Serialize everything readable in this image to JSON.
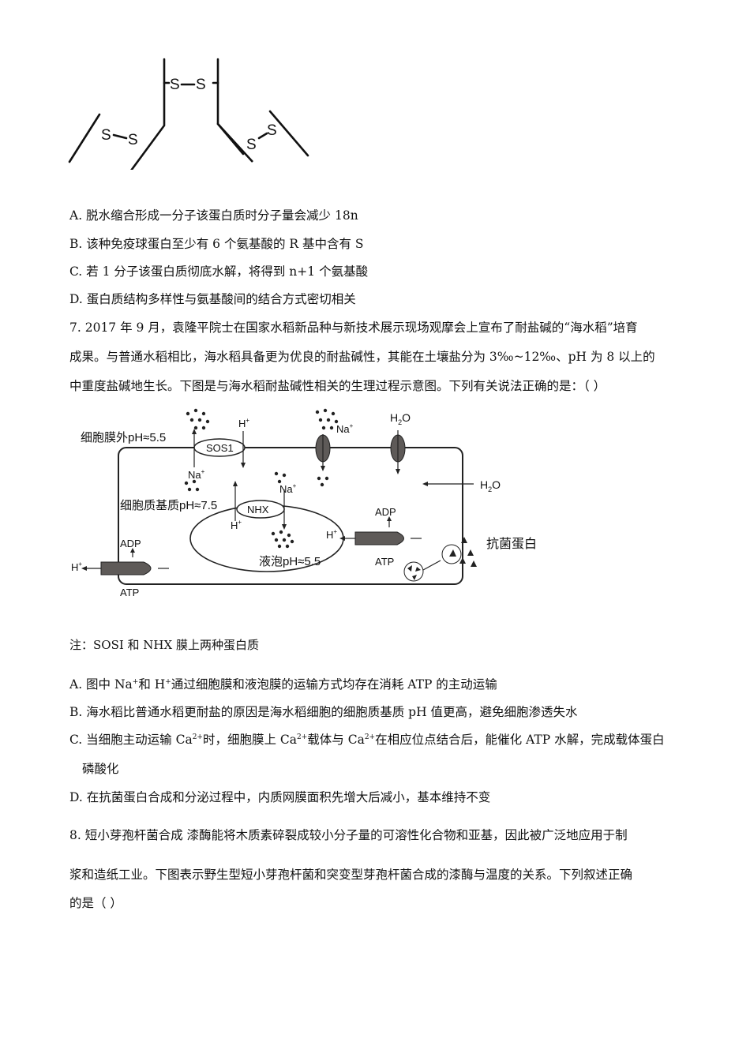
{
  "protein_diagram": {
    "bond_s": "S"
  },
  "q6_options": [
    "A. 脱水缩合形成一分子该蛋白质时分子量会减少 18n",
    "B. 该种免疫球蛋白至少有 6 个氨基酸的 R 基中含有 S",
    "C. 若 1 分子该蛋白质彻底水解，将得到 n+1 个氨基酸",
    "D. 蛋白质结构多样性与氨基酸间的结合方式密切相关"
  ],
  "q7": {
    "stem": [
      "7. 2017 年 9 月，袁隆平院士在国家水稻新品种与新技术展示现场观摩会上宣布了耐盐碱的“海水稻”培育",
      "成果。与普通水稻相比，海水稻具备更为优良的耐盐碱性，其能在土壤盐分为 3‰~12‰、pH 为 8 以上的",
      "中重度盐碱地生长。下图是与海水稻耐盐碱性相关的生理过程示意图。下列有关说法正确的是：（        ）"
    ],
    "diagram": {
      "outside_label": "细胞膜外pH≈5.5",
      "cytoplasm_label": "细胞质基质pH≈7.5",
      "vacuole_label": "液泡pH≈5.5",
      "sos1": "SOS1",
      "nhx": "NHX",
      "hplus": "H",
      "plus": "+",
      "na": "Na",
      "adp": "ADP",
      "atp": "ATP",
      "h2o_h": "H",
      "h2o_2": "2",
      "h2o_o": "O",
      "antibacterial": "抗菌蛋白"
    },
    "note": "注：SOSI 和 NHX     膜上两种蛋白质",
    "options": {
      "A_pre": "A. 图中 Na",
      "A_mid": "和 H",
      "A_post": "通过细胞膜和液泡膜的运输方式均存在消耗 ATP 的主动运输",
      "B": "B. 海水稻比普通水稻更耐盐的原因是海水稻细胞的细胞质基质 pH 值更高，避免细胞渗透失水",
      "C_1": "C. 当细胞主动运输 Ca",
      "C_2": "时，细胞膜上 Ca",
      "C_3": "载体与 Ca",
      "C_4": "在相应位点结合后，能催化 ATP 水解，完成载体蛋白",
      "C_sup": "2+",
      "C_cont": "磷酸化",
      "D": "D. 在抗菌蛋白合成和分泌过程中，内质网膜面积先增大后减小，基本维持不变"
    }
  },
  "q8": {
    "stem": [
      "8. 短小芽孢杆菌合成    漆酶能将木质素碎裂成较小分子量的可溶性化合物和亚基，因此被广泛地应用于制",
      "浆和造纸工业。下图表示野生型短小芽孢杆菌和突变型芽孢杆菌合成的漆酶与温度的关系。下列叙述正确",
      "的是（        ）"
    ]
  }
}
